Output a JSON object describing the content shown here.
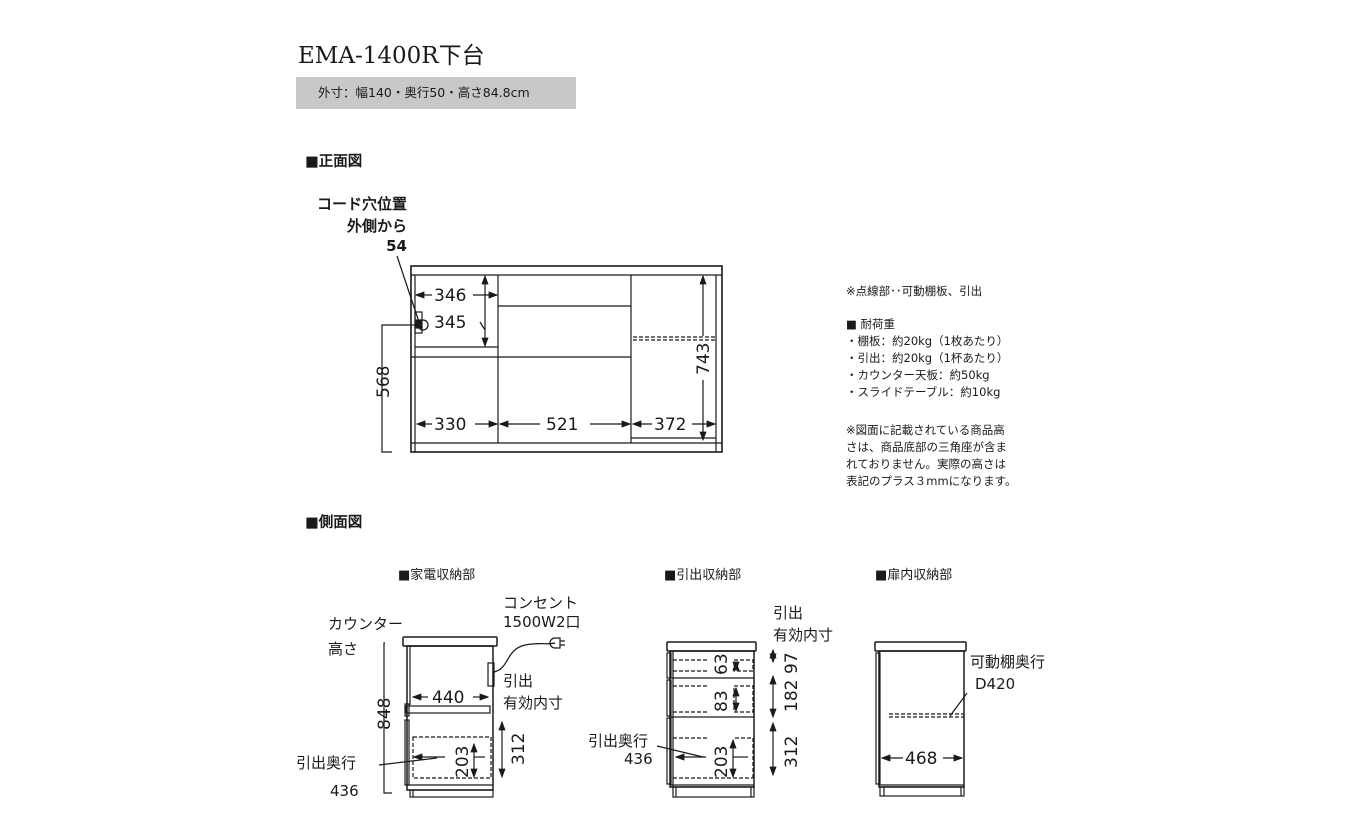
{
  "header": {
    "title": "EMA-1400R下台",
    "spec": "外寸：幅140・奥行50・高さ84.8cm"
  },
  "front_view": {
    "heading": "■正面図",
    "cord_label_1": "コード穴位置",
    "cord_label_2": "外側から",
    "cord_value": "54",
    "dims": {
      "w_upper_left": "346",
      "h_upper_left": "345",
      "h_left": "568",
      "h_right": "743",
      "w_left": "330",
      "w_mid": "521",
      "w_right": "372"
    }
  },
  "notes": {
    "dotted": "※点線部･･可動棚板、引出",
    "load_heading": "■ 耐荷重",
    "load_items": [
      "・棚板：約20kg（1枚あたり）",
      "・引出：約20kg（1杯あたり）",
      "・カウンター天板：約50kg",
      "・スライドテーブル：約10kg"
    ],
    "height_note": [
      "※図面に記載されている商品高",
      "さは、商品底部の三角座が含ま",
      "れておりません。実際の高さは",
      "表記のプラス３mmになります。"
    ]
  },
  "side_view": {
    "heading": "■側面図",
    "appliance": {
      "heading": "■家電収納部",
      "counter_label_1": "カウンター",
      "counter_label_2": "高さ",
      "outlet_label_1": "コンセント",
      "outlet_label_2": "1500W2口",
      "drawer_label_1": "引出",
      "drawer_label_2": "有効内寸",
      "depth_label": "引出奥行",
      "depth_value": "436",
      "dims": {
        "height": "848",
        "width": "440",
        "drawer_h": "312",
        "drawer_inner": "203"
      }
    },
    "drawer": {
      "heading": "■引出収納部",
      "drawer_label_1": "引出",
      "drawer_label_2": "有効内寸",
      "depth_label": "引出奥行",
      "depth_value": "436",
      "dims": {
        "d1_inner": "63",
        "d1": "97",
        "d2_inner": "83",
        "d2": "182",
        "d3_inner": "203",
        "d3": "312"
      }
    },
    "door": {
      "heading": "■扉内収納部",
      "shelf_label_1": "可動棚奥行",
      "shelf_label_2": "D420",
      "dims": {
        "width": "468"
      }
    }
  }
}
